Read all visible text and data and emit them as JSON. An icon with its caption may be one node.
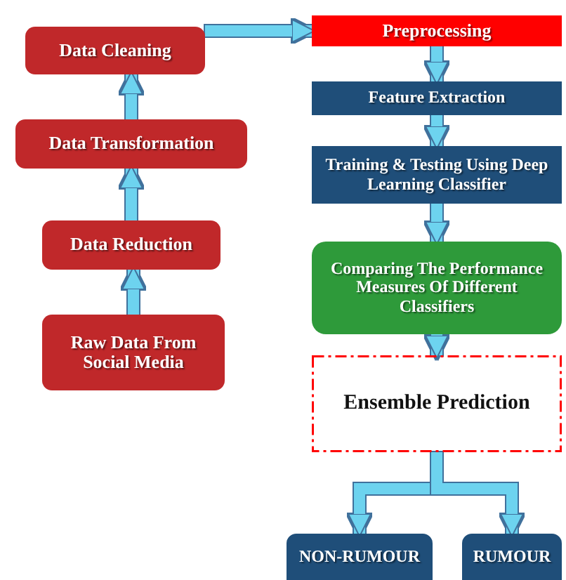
{
  "diagram": {
    "nodes": [
      {
        "text": [
          "Raw Data From Social Media"
        ]
      },
      {
        "text": [
          "Data Reduction"
        ]
      },
      {
        "text": [
          "Data Transformation"
        ]
      },
      {
        "text": [
          "Data Cleaning"
        ]
      },
      {
        "text": [
          "Preprocessing"
        ]
      },
      {
        "text": [
          "Feature Extraction"
        ]
      },
      {
        "text": [
          "Training & Testing Using Deep Learning Classifier"
        ]
      },
      {
        "text": [
          "Comparing The Performance Measures Of Different Classifiers"
        ]
      },
      {
        "text": [
          "Ensemble Prediction"
        ]
      },
      {
        "text": [
          "NON-RUMOUR"
        ]
      },
      {
        "text": [
          "RUMOUR"
        ]
      }
    ],
    "edges": [
      {
        "from": 0,
        "to": 1,
        "arrow": "to"
      },
      {
        "from": 1,
        "to": 2,
        "arrow": "to"
      },
      {
        "from": 2,
        "to": 3,
        "arrow": "to"
      },
      {
        "from": 3,
        "to": 4,
        "arrow": "to"
      },
      {
        "from": 4,
        "to": 5,
        "arrow": "to"
      },
      {
        "from": 5,
        "to": 6,
        "arrow": "to"
      },
      {
        "from": 6,
        "to": 7,
        "arrow": "to"
      },
      {
        "from": 7,
        "to": 8,
        "arrow": "to"
      },
      {
        "from": 8,
        "to": 9,
        "arrow": "to"
      },
      {
        "from": 8,
        "to": 10,
        "arrow": "to"
      }
    ]
  }
}
